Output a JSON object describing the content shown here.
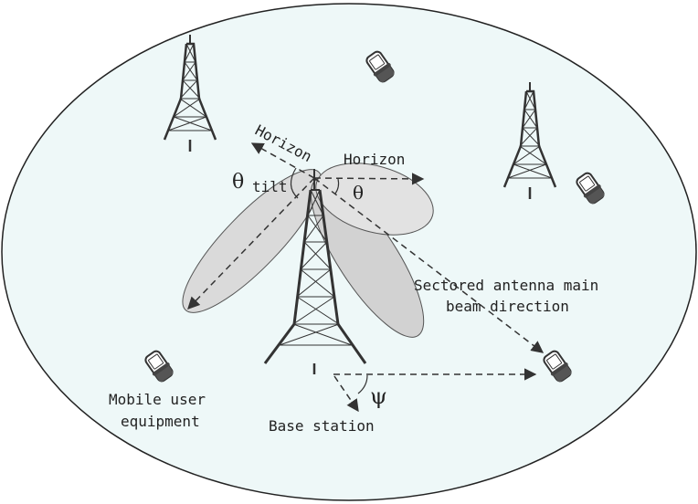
{
  "labels": {
    "horizon_tilted": "Horizon",
    "horizon_flat": "Horizon",
    "theta_tilt_symbol": "θ",
    "theta_tilt_subscript": "tilt",
    "theta_symbol": "θ",
    "sectored_line1": "Sectored antenna main",
    "sectored_line2": "beam direction",
    "psi_symbol": "ψ",
    "base_station": "Base station",
    "mobile_line1": "Mobile user",
    "mobile_line2": "equipment"
  },
  "colors": {
    "cell_fill": "#eef8f8",
    "lobe_fill": "#dadada",
    "stroke": "#333333"
  },
  "icons": [
    "tower-icon",
    "mobile-phone-icon"
  ]
}
